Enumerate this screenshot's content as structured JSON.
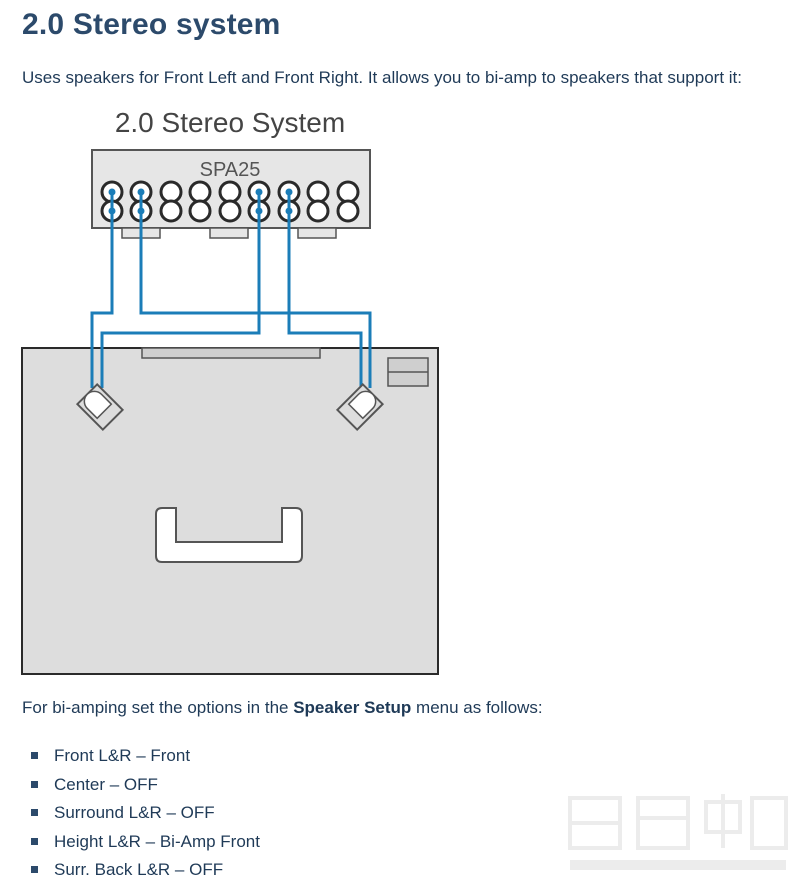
{
  "page": {
    "title": "2.0 Stereo system",
    "intro": "Uses speakers for Front Left and Front Right. It allows you to bi-amp to speakers that support it:"
  },
  "diagram": {
    "caption": "2.0 Stereo System",
    "amplifier_label": "SPA25",
    "wire_color": "#1b7db8"
  },
  "setup": {
    "prefix": "For bi-amping set the options in the ",
    "menu_name": "Speaker Setup",
    "suffix": " menu as follows:"
  },
  "options": [
    "Front L&R – Front",
    "Center – OFF",
    "Surround L&R – OFF",
    "Height L&R – Bi-Amp Front",
    "Surr. Back L&R – OFF"
  ]
}
